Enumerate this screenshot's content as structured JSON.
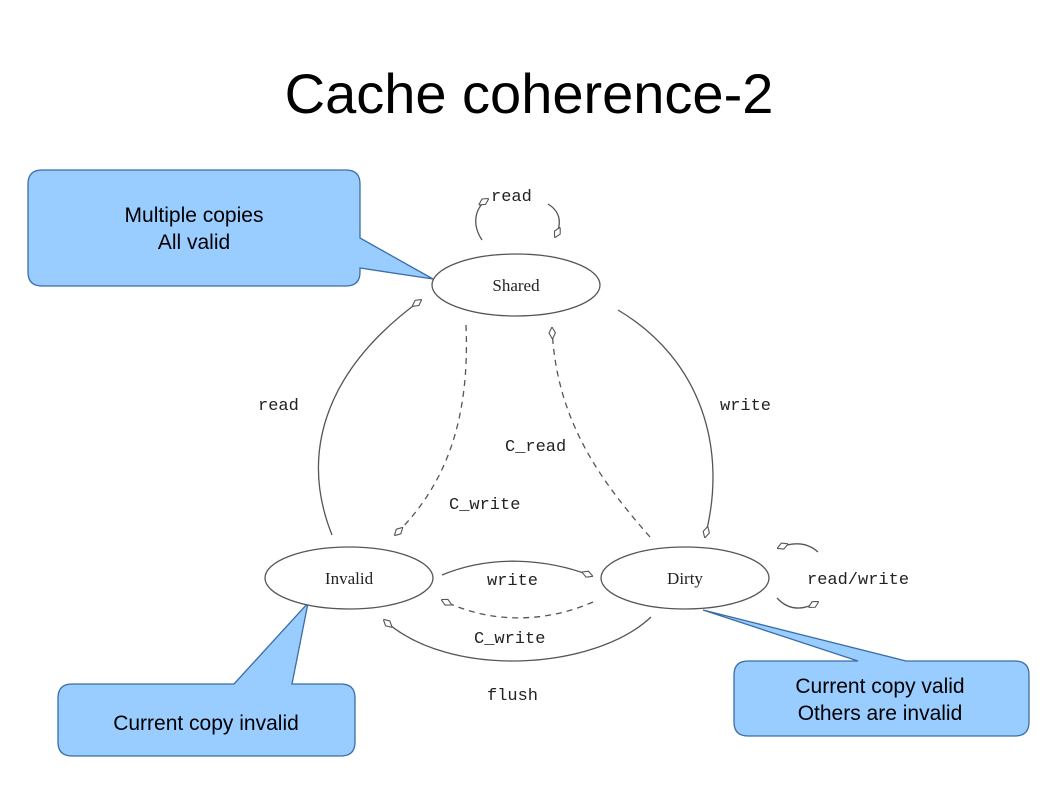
{
  "title": "Cache coherence-2",
  "colors": {
    "callout_fill": "#99ccff",
    "callout_stroke": "#3a6ea5",
    "line": "#555555"
  },
  "states": {
    "shared": "Shared",
    "invalid": "Invalid",
    "dirty": "Dirty"
  },
  "edges": {
    "shared_self": "read",
    "invalid_to_shared": "read",
    "shared_to_dirty": "write",
    "dirty_to_shared": "C_read",
    "shared_to_invalid": "C_write",
    "invalid_to_dirty": "write",
    "dirty_to_invalid_cwrite": "C_write",
    "dirty_to_invalid_flush": "flush",
    "dirty_self": "read/write"
  },
  "callouts": {
    "shared": [
      "Multiple copies",
      "All valid"
    ],
    "invalid": [
      "Current copy invalid"
    ],
    "dirty": [
      "Current copy valid",
      "Others are invalid"
    ]
  }
}
